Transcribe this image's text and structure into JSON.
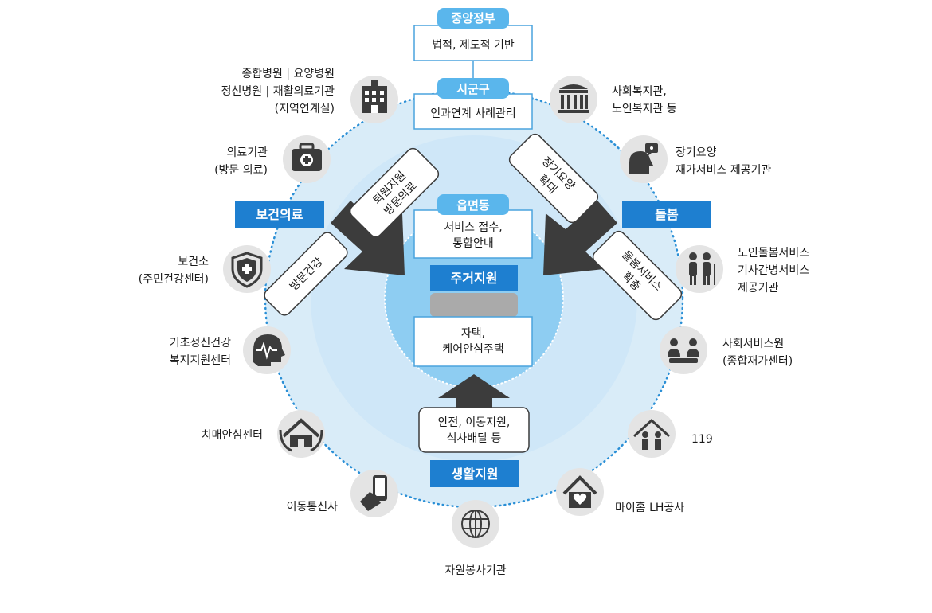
{
  "colors": {
    "outer_fill": "#d9ecf8",
    "mid_fill": "#cce6f7",
    "inner_fill": "#8ecdf2",
    "dotted_ring": "#2a8fd6",
    "tag_dark": "#1e7fd0",
    "tag_light": "#5ab6ec",
    "arrow": "#3c3c3c",
    "icon_circle": "#e4e4e4",
    "icon_fg": "#3c3c3c",
    "text": "#1a1a1a",
    "box_border": "#4aa3dd"
  },
  "center": {
    "central_gov": {
      "tag": "중앙정부",
      "box": "법적, 제도적 기반"
    },
    "sigungu": {
      "tag": "시군구",
      "box": "인과연계 사례관리"
    },
    "eupmyeondong": {
      "tag": "읍면동",
      "box_lines": [
        "서비스 접수,",
        "통합안내"
      ]
    },
    "housing": {
      "tag": "주거지원",
      "box_lines": [
        "자택,",
        "케어안심주택"
      ]
    },
    "living": {
      "tag": "생활지원",
      "box_lines": [
        "안전, 이동지원,",
        "식사배달 등"
      ]
    }
  },
  "sectors": {
    "health": "보건의료",
    "care": "돌봄"
  },
  "arrows": {
    "discharge": [
      "퇴원지원",
      "방문의료"
    ],
    "visit_health": [
      "방문건강"
    ],
    "ltc": [
      "장기요양",
      "확대"
    ],
    "care_service": [
      "돌봄서비스",
      "확충"
    ]
  },
  "nodes": {
    "hospital": [
      "종합병원 | 요양병원",
      "정신병원 | 재활의료기관",
      "(지역연계실)"
    ],
    "medical": [
      "의료기관",
      "(방문 의료)"
    ],
    "health_center": [
      "보건소",
      "(주민건강센터)"
    ],
    "mental": [
      "기초정신건강",
      "복지지원센터"
    ],
    "dementia": [
      "치매안심센터"
    ],
    "telecom": [
      "이동통신사"
    ],
    "volunteer": [
      "자원봉사기관"
    ],
    "lh": [
      "마이홈 LH공사"
    ],
    "fire": [
      "119"
    ],
    "social_service": [
      "사회서비스원",
      "(종합재가센터)"
    ],
    "elder_care": [
      "노인돌봄서비스",
      "기사간병서비스",
      "제공기관"
    ],
    "ltc_provider": [
      "장기요양",
      "재가서비스 제공기관"
    ],
    "welfare": [
      "사회복지관,",
      "노인복지관 등"
    ]
  },
  "icons": {
    "hospital": "hospital-building-icon",
    "medical": "medical-kit-icon",
    "health_center": "shield-cross-icon",
    "mental": "brain-pulse-icon",
    "dementia": "house-hands-icon",
    "telecom": "smartphone-hand-icon",
    "volunteer": "globe-icon",
    "lh": "house-heart-icon",
    "fire": "family-house-icon",
    "social_service": "people-group-icon",
    "elder_care": "elderly-couple-icon",
    "ltc_provider": "head-chat-icon",
    "welfare": "institution-building-icon"
  }
}
